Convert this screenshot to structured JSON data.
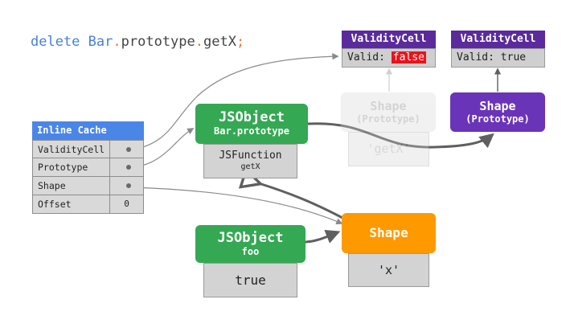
{
  "code": {
    "keyword": "delete",
    "object": "Bar",
    "dot1": ".",
    "prop1": "prototype",
    "dot2": ".",
    "prop2": "getX",
    "semicolon": ";"
  },
  "validity_cells": [
    {
      "title": "ValidityCell",
      "valid_label": "Valid:",
      "valid_value": "false",
      "state": "invalid"
    },
    {
      "title": "ValidityCell",
      "valid_label": "Valid:",
      "valid_value": "true",
      "state": "valid"
    }
  ],
  "inline_cache": {
    "title": "Inline Cache",
    "rows": [
      {
        "label": "ValidityCell",
        "value": ""
      },
      {
        "label": "Prototype",
        "value": ""
      },
      {
        "label": "Shape",
        "value": ""
      },
      {
        "label": "Offset",
        "value": "0"
      }
    ]
  },
  "bar_prototype": {
    "title": "JSObject",
    "subtitle": "Bar.prototype",
    "property_title": "JSFunction",
    "property_subtitle": "getX"
  },
  "old_prototype_shape": {
    "title": "Shape",
    "subtitle": "(Prototype)",
    "property": "'getX'"
  },
  "new_prototype_shape": {
    "title": "Shape",
    "subtitle": "(Prototype)"
  },
  "foo_object": {
    "title": "JSObject",
    "subtitle": "foo",
    "value": "true"
  },
  "foo_shape": {
    "title": "Shape",
    "property": "'x'"
  },
  "colors": {
    "green": "#34a853",
    "purple": "#6a34b8",
    "orange": "#ff9900",
    "blue": "#4a86e8",
    "validity_header": "#5b2a9c",
    "invalid_highlight": "#e8141c"
  }
}
